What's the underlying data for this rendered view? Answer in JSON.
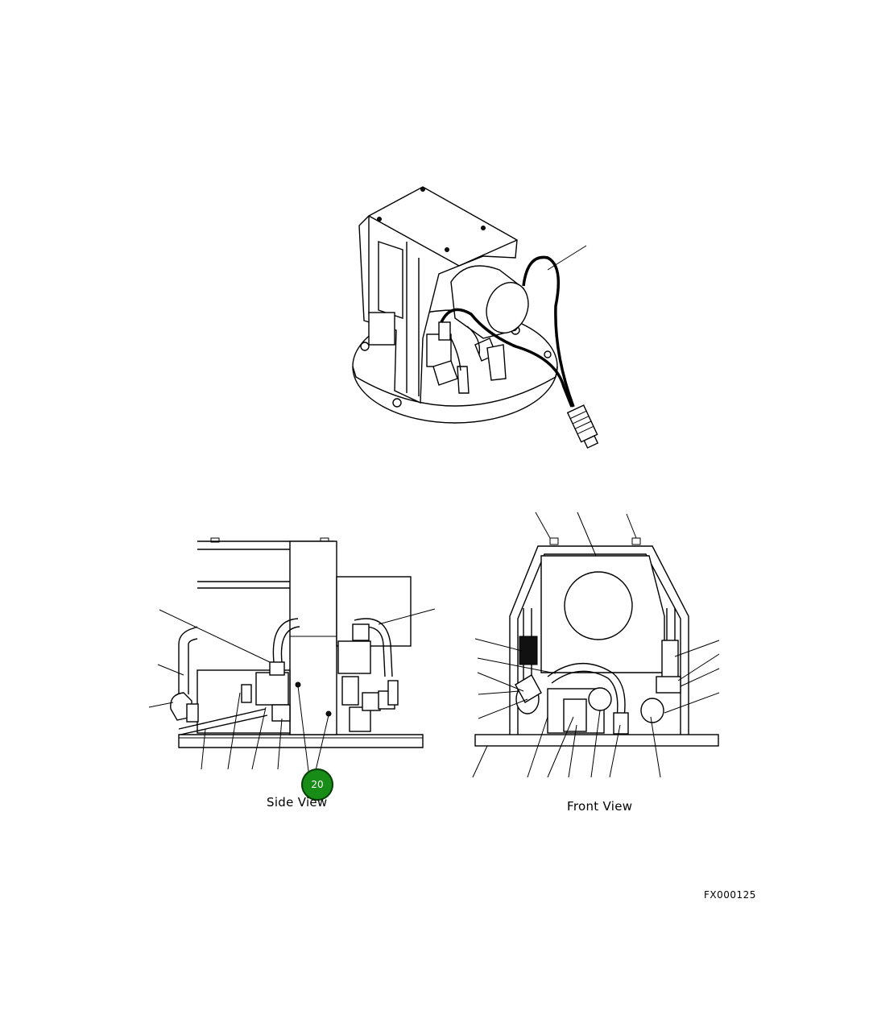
{
  "views": {
    "side_title": "Side View",
    "front_title": "Front View"
  },
  "figure_id": "FX000125",
  "callout": {
    "number": "20",
    "color": "#178c17"
  }
}
